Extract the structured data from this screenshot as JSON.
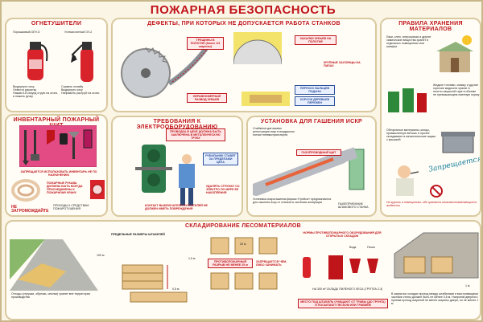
{
  "title": "ПОЖАРНАЯ БЕЗОПАСНОСТЬ",
  "extinguishers": {
    "title": "ОГНЕТУШИТЕЛИ",
    "powder_label": "Порошковый ОПУ-5",
    "co2_label": "Углекислотный ОУ-2",
    "powder_steps": "Выдернуть чеку\nОтвести рукоятку\nНажав 6-8 секунд струю на огонь и нажать ручку",
    "co2_steps": "Сорвать пломбу\nВыдернуть чеку\nНаправить раструб на огонь"
  },
  "fire_board": {
    "title": "ИНВЕНТАРНЫЙ ПОЖАРНЫЙ ЩИТ",
    "note": "ЗАПРЕЩАЕТСЯ ИСПОЛЬЗОВАТЬ ИНВЕНТАРЬ НЕ ПО НАЗНАЧЕНИЮ",
    "hose_note": "ПОЖАРНЫЕ РУКАВА ДОЛЖНЫ БЫТЬ ВСЕГДА ПРИСОЕДИНЕНЫ К ПОЖАРНОМУ КРАНУ",
    "no_block": "НЕ ЗАГРОМОЖДАЙТЕ",
    "passages": "ПРОХОДЫ К СРЕДСТВАМ ПОЖАРОТУШЕНИЯ"
  },
  "defects": {
    "title": "ДЕФЕКТЫ, ПРИ КОТОРЫХ НЕ ДОПУСКАЕТСЯ РАБОТА СТАНКОВ",
    "labels": [
      "ТРЕЩИНЫ В ПОЛОТНЕ (более 1/3 ширины)",
      "ЗАКАЛКИ ЗУБЬЕВ НА ПОЛОТНЕ",
      "НЕРАВНОМЕРНЫЙ РАЗВОД ЗУБЬЕВ",
      "КРУПНЫЕ ЗАУСЕНЦЫ НА ПИЛАХ",
      "ПЕРЕКОС ВАЛЬЦЕВ ПОДАЧИ",
      "КОРОЧИ ДЕРЕВЬЕВ ПЕРЕЖЕН"
    ]
  },
  "electrical": {
    "title": "ТРЕБОВАНИЯ К ЭЛЕКТРООБОРУДОВАНИЮ",
    "wiring": "ПРОВОДКА В ЦЕХЕ ДОЛЖНА БЫТЬ ЗАКЛЮЧЕНА В МЕТАЛЛИЧЕСКУЮ ТРУБУ",
    "switch": "РУБИЛЬНИК СТАВЯТ ЗА ПРЕДЕЛАМИ ЦЕХА",
    "cleaning": "УДАЛЯТЬ СТРУЖКУ СО ЭЛЕКТРО ПО МЕРЕ ЕЕ НАКОПЛЕНИЯ",
    "contact": "КОНТАКТ ВЫКЛЮЧАТЕЛЯ ПУСКАТЕЛЕЙ НЕ ДОЛЖЕН ИМЕТЬ ПОВРЕЖДЕНИЯ"
  },
  "sparks": {
    "title": "УСТАНОВКА ДЛЯ ГАШЕНИЯ ИСКР",
    "desc": "Снабжена датчиками регистрации искр в воздушном потоке пневмотранспорта",
    "pipe": "ГАЗОПРОВОДНЫЙ ЩИТ",
    "note": "Установка искрогашения фирмы «Грейси» предназначена для гашения искр от станков в системах аспирации",
    "feeder": "ПЫЛЕПРИЕМНИК ШЛАКОВОГО СТАНКА"
  },
  "storage": {
    "title": "ПРАВИЛА ХРАНЕНИЯ МАТЕРИАЛОВ",
    "varnish": "Лаки, клеи, нитрокраски и другие химические вещества хранят в отдельных помещениях или шкафах",
    "liquids": "Жидкое топливо, смазку и другие горючие жидкости хранят в плотно закрытой таре в объеме не превышающем сменную норму",
    "rags": "Обтирочные материалы, концы, промасленную ветошь и прочее складывают в металлические ящики с крышкой",
    "forbidden": "Запрещается",
    "footnote": "Не курить в помещениях, где хранятся легковоспламеняющиеся жидкости"
  },
  "lumber": {
    "title": "СКЛАДИРОВАНИЕ ЛЕСОМАТЕРИАЛОВ",
    "stack_title": "ПРЕДЕЛЬНЫЕ РАЗМЕРЫ ШТАБЕЛЕЙ",
    "gap": "ПРОТИВОПОЖАРНЫЙ РАЗРЫВ НЕ МЕНЕЕ 25 м",
    "forbidden_gap": "ЗАПРЕЩАЕТСЯ ЧЕМ-ЛИБО ЗАНИМАТЬ",
    "norms_title": "НОРМЫ ПРОТИВОПОЖАРНОГО ОБОРУДОВАНИЯ ДЛЯ ОТКРЫТЫХ СКЛАДОВ",
    "water": "Вода",
    "sand": "Песок",
    "norm_note": "НА 300 м² СКЛАДА ПИЛЕНОГО ЛЕСА (ГРУППА 2-3)",
    "sawdust": "Отходы (стружки, обрезки, опилки) хранят вне территории производства",
    "warning": "МЕСТО ПОД ШТАБЕЛЬ ОЧИЩАЮТ ОТ ТРАВЫ (ДО ГРУНТА) И ПОСЫПАЮТ ПЕСКОМ ИЛИ ГРАВИЕМ",
    "dims": [
      "100 м",
      "1,5 м",
      "0,5 м",
      "1 м",
      "25 м"
    ],
    "closed_warehouse": "В закрытых складах проход между штабелями и выступающими частями стены должен быть не менее 0,8 м. Напротив дверного проема проход шириной не менее ширины двери, но не менее 1 м"
  },
  "colors": {
    "accent": "#c0141b",
    "panel": "#fffdf6",
    "frame": "#d9c9a0"
  }
}
